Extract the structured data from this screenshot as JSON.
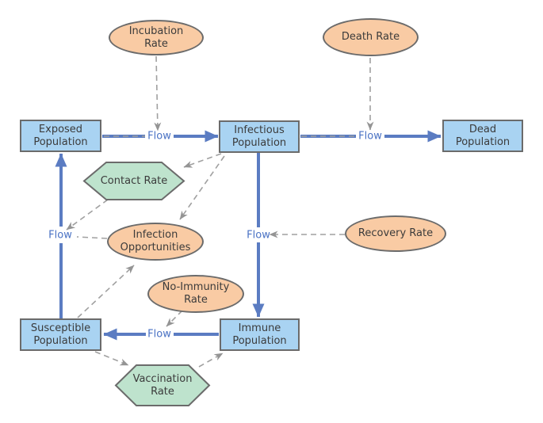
{
  "stocks": [
    {
      "id": "exposed",
      "label": "Exposed Population"
    },
    {
      "id": "infectious",
      "label": "Infectious Population"
    },
    {
      "id": "dead",
      "label": "Dead Population"
    },
    {
      "id": "susceptible",
      "label": "Susceptible Population"
    },
    {
      "id": "immune",
      "label": "Immune Population"
    }
  ],
  "rates": [
    {
      "id": "incubation",
      "label": "Incubation Rate",
      "shape": "ellipse"
    },
    {
      "id": "death-rate",
      "label": "Death Rate",
      "shape": "ellipse"
    },
    {
      "id": "infection-opportunities",
      "label": "Infection Opportunities",
      "shape": "ellipse"
    },
    {
      "id": "no-immunity-rate",
      "label": "No-Immunity Rate",
      "shape": "ellipse"
    },
    {
      "id": "recovery-rate",
      "label": "Recovery Rate",
      "shape": "ellipse"
    },
    {
      "id": "contact-rate",
      "label": "Contact Rate",
      "shape": "hexagon"
    },
    {
      "id": "vaccination-rate",
      "label": "Vaccination Rate",
      "shape": "hexagon"
    }
  ],
  "flows": [
    {
      "label": "Flow",
      "from": "Exposed Population",
      "to": "Infectious Population"
    },
    {
      "label": "Flow",
      "from": "Infectious Population",
      "to": "Dead Population"
    },
    {
      "label": "Flow",
      "from": "Susceptible Population",
      "to": "Exposed Population"
    },
    {
      "label": "Flow",
      "from": "Infectious Population",
      "to": "Immune Population"
    },
    {
      "label": "Flow",
      "from": "Immune Population",
      "to": "Susceptible Population"
    }
  ],
  "influences": [
    {
      "from": "Incubation Rate",
      "to": "flow Exposed to Infectious"
    },
    {
      "from": "Death Rate",
      "to": "flow Infectious to Dead"
    },
    {
      "from": "Recovery Rate",
      "to": "flow Infectious to Immune"
    },
    {
      "from": "No-Immunity Rate",
      "to": "flow Immune to Susceptible"
    },
    {
      "from": "Contact Rate",
      "to": "flow Susceptible to Exposed"
    },
    {
      "from": "Infection Opportunities",
      "to": "flow Susceptible to Exposed"
    },
    {
      "from": "Infectious Population",
      "to": "Contact Rate"
    },
    {
      "from": "Infectious Population",
      "to": "Infection Opportunities"
    },
    {
      "from": "Susceptible Population",
      "to": "Infection Opportunities"
    },
    {
      "from": "Susceptible Population",
      "to": "Vaccination Rate"
    },
    {
      "from": "Vaccination Rate",
      "to": "Immune Population"
    },
    {
      "from": "Exposed Population",
      "to": "flow Exposed to Infectious"
    },
    {
      "from": "Infectious Population",
      "to": "flow Infectious to Dead"
    }
  ],
  "colors": {
    "stock_fill": "#A9D3F2",
    "stock_border": "#6B6B6B",
    "rate_fill": "#F9CBA4",
    "aux_fill": "#BEE3CD",
    "shape_border": "#6B6B6B",
    "flow_blue": "#5B7CC2",
    "flow_text": "#4A72C4",
    "dash_gray": "#A0A0A0",
    "text": "#3B3B3B",
    "bg": "#FFFFFF"
  }
}
